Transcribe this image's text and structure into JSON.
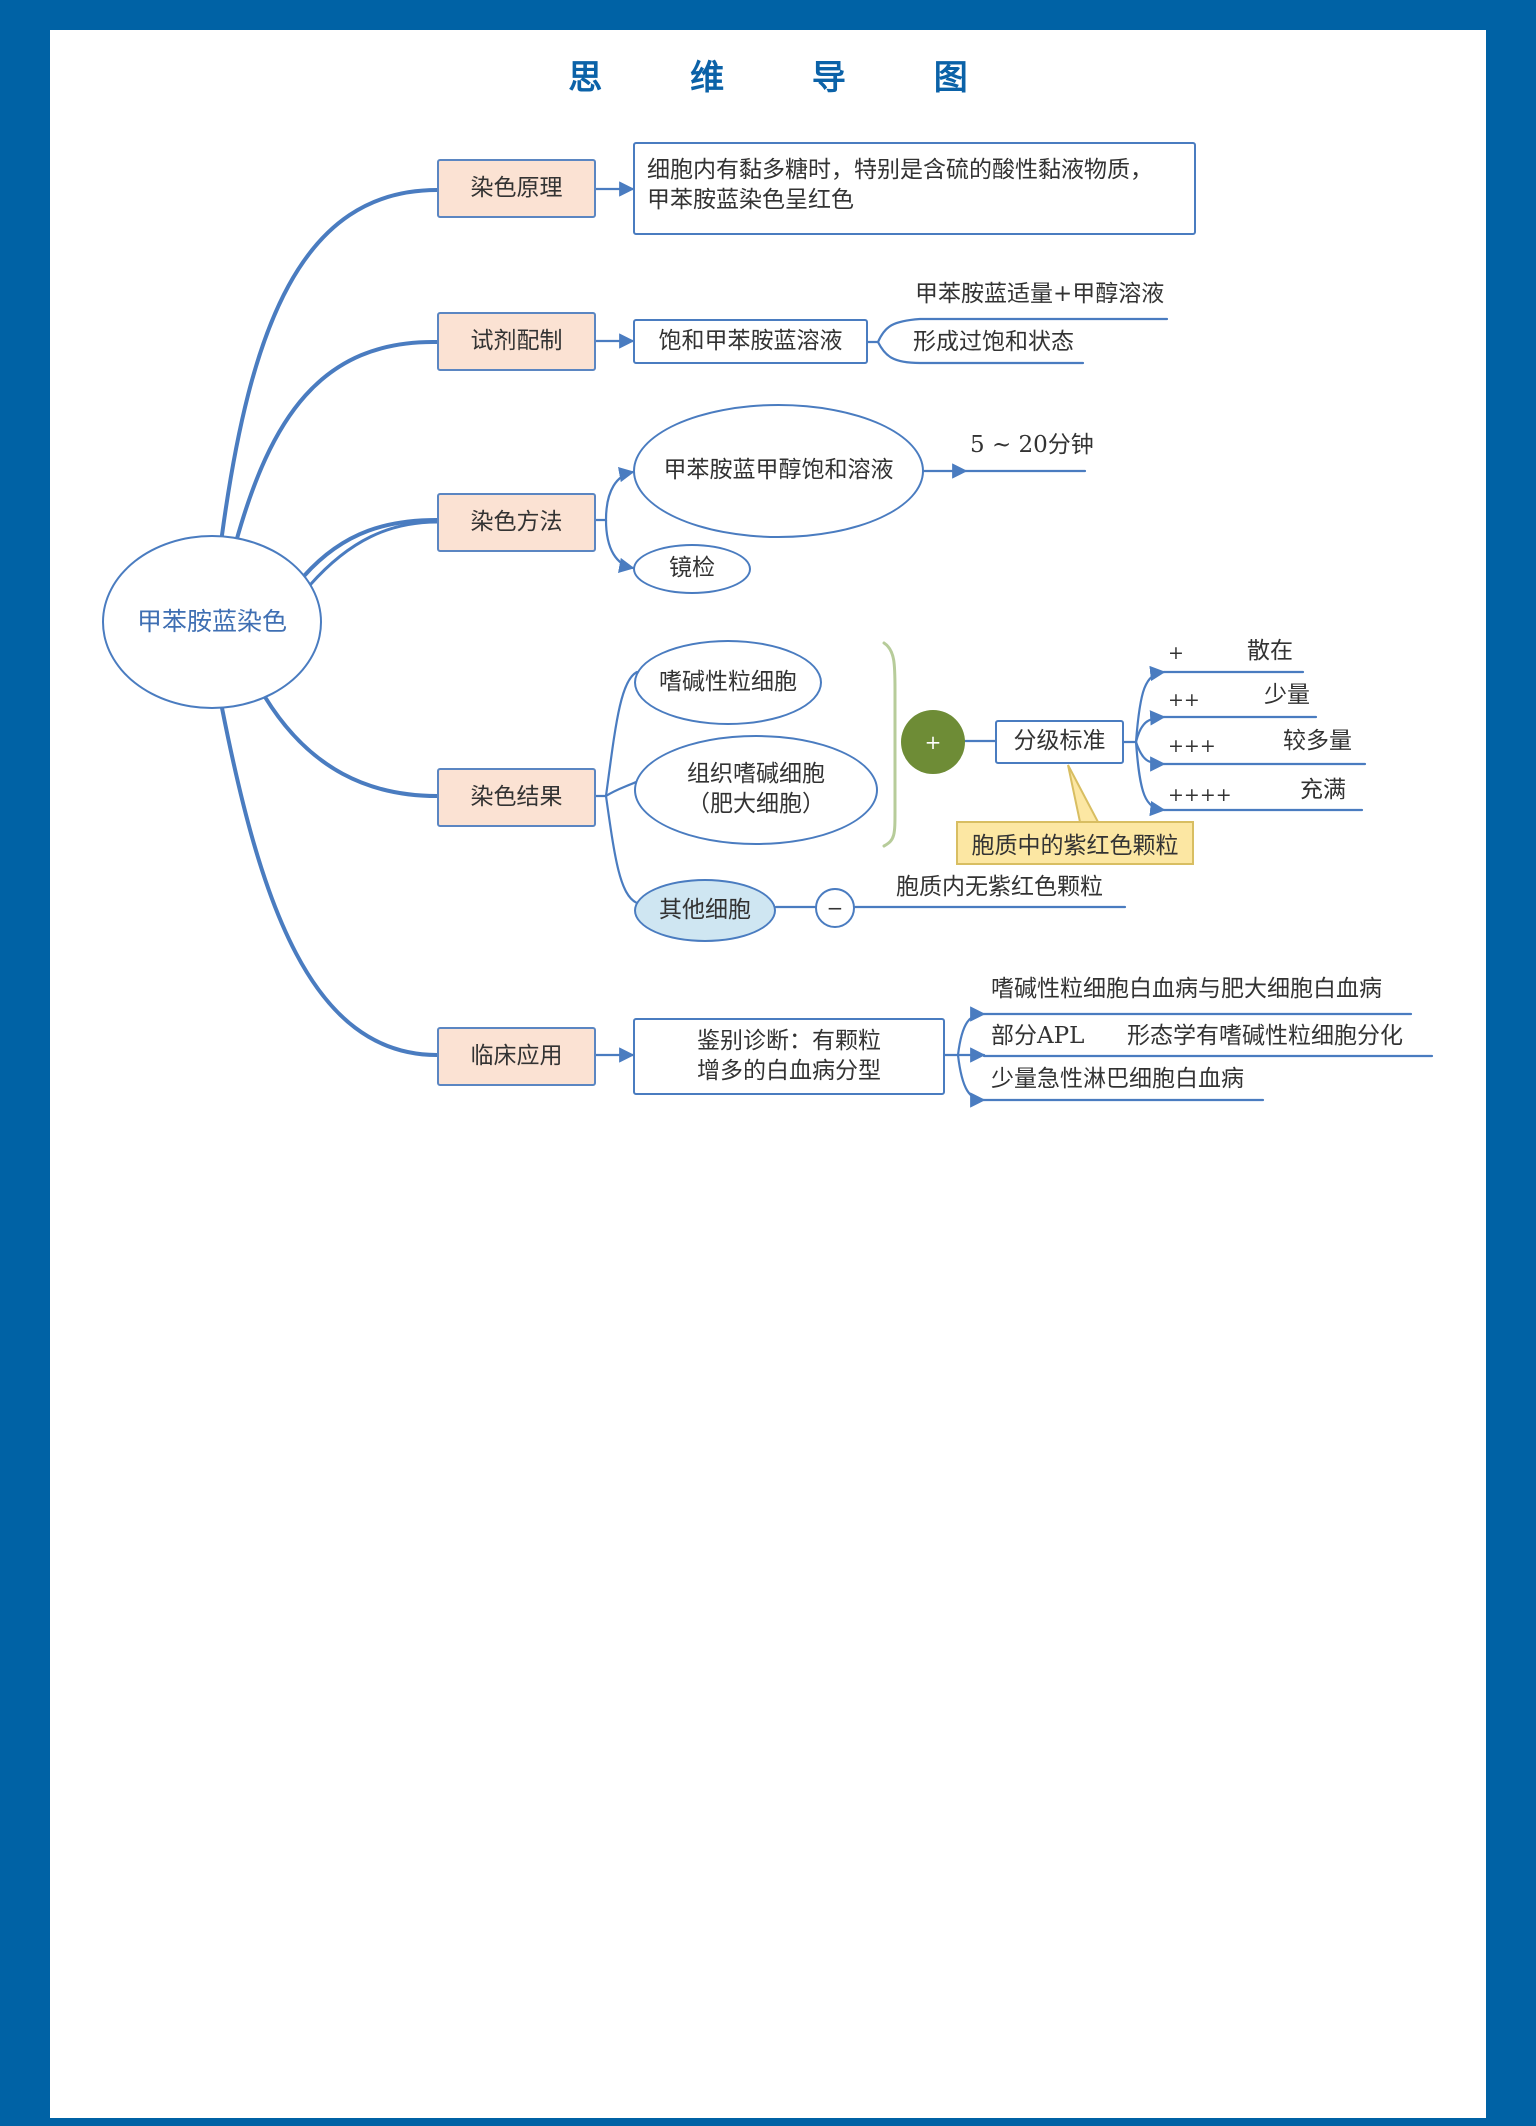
{
  "title": "思 维 导 图",
  "root": "甲苯胺蓝染色",
  "branches": {
    "principle": {
      "label": "染色原理",
      "detail": [
        "细胞内有黏多糖时，特别是含硫的酸性黏液物质，",
        "甲苯胺蓝染色呈红色"
      ]
    },
    "reagent": {
      "label": "试剂配制",
      "node": "饱和甲苯胺蓝溶液",
      "items": [
        "甲苯胺蓝适量+甲醇溶液",
        "形成过饱和状态"
      ]
    },
    "method": {
      "label": "染色方法",
      "node": "甲苯胺蓝甲醇饱和溶液",
      "time": "5 ~ 20分钟",
      "exam": "镜检"
    },
    "result": {
      "label": "染色结果",
      "cells": [
        "嗜碱性粒细胞",
        "组织嗜碱细胞",
        "（肥大细胞）"
      ],
      "positive_sign": "+",
      "grading": "分级标准",
      "grades": [
        {
          "sign": "+",
          "desc": "散在"
        },
        {
          "sign": "++",
          "desc": "少量"
        },
        {
          "sign": "+++",
          "desc": "较多量"
        },
        {
          "sign": "++++",
          "desc": "充满"
        }
      ],
      "callout": "胞质中的紫红色颗粒",
      "other": "其他细胞",
      "negative_sign": "−",
      "negative_desc": "胞质内无紫红色颗粒"
    },
    "clinical": {
      "label": "临床应用",
      "node": [
        "鉴别诊断：有颗粒",
        "增多的白血病分型"
      ],
      "items": [
        "嗜碱性粒细胞白血病与肥大细胞白血病",
        "部分APL",
        "形态学有嗜碱性粒细胞分化",
        "少量急性淋巴细胞白血病"
      ]
    }
  }
}
